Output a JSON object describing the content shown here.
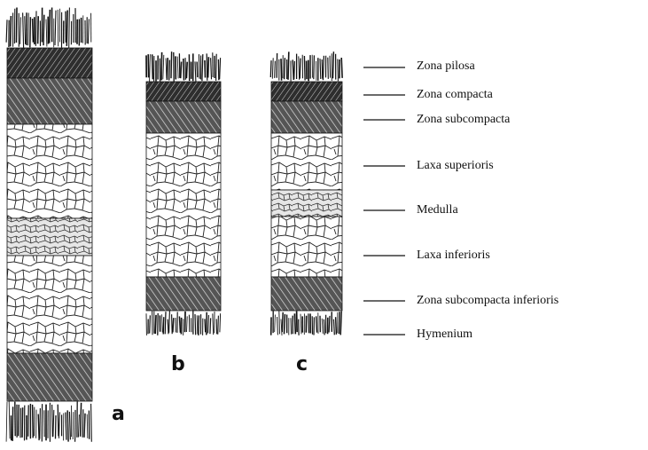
{
  "panels": [
    {
      "letter": "a"
    },
    {
      "letter": "b"
    },
    {
      "letter": "c"
    }
  ],
  "labels": [
    "Zona pilosa",
    "Zona compacta",
    "Zona subcompacta",
    "Laxa superioris",
    "Medulla",
    "Laxa inferioris",
    "Zona subcompacta inferioris",
    "Hymenium"
  ],
  "colors": {
    "ink": "#111111",
    "dense_fill": "#3a3a3a",
    "background": "#ffffff"
  }
}
